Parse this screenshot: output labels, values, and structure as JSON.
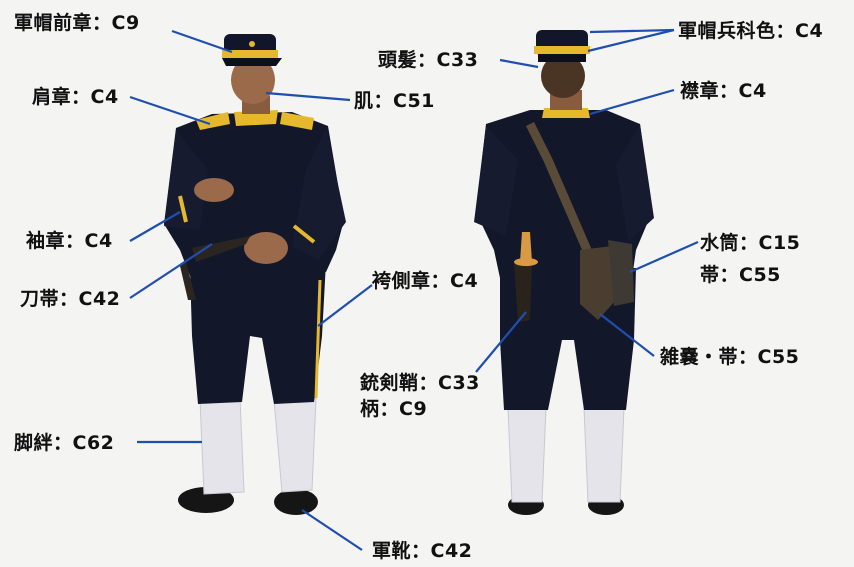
{
  "labels": {
    "cap_front_badge": "軍帽前章：C9",
    "shoulder_badge": "肩章：C4",
    "skin": "肌：C51",
    "sleeve_badge": "袖章：C4",
    "sword_belt": "刀帯：C42",
    "trouser_stripe": "袴側章：C4",
    "gaiters": "脚絆：C62",
    "boots": "軍靴：C42",
    "hair": "頭髪：C33",
    "cap_branch_color": "軍帽兵科色：C4",
    "collar_badge": "襟章：C4",
    "canteen": "水筒：C15",
    "canteen_belt": "帯：C55",
    "bag_belt": "雑嚢・帯：C55",
    "bayonet_scabbard": "銃剣鞘：C33",
    "bayonet_hilt": "柄：C9"
  },
  "colors": {
    "leader_line": "#1f4fae",
    "uniform": "#13172a",
    "gold": "#e6b82d",
    "gaiter": "#e4e4ea",
    "skin": "#9a6a4a",
    "hair": "#4a3424",
    "boot": "#151515",
    "canteen": "#3e3a33",
    "scabbard": "#2a231c",
    "hilt": "#d99a46"
  }
}
